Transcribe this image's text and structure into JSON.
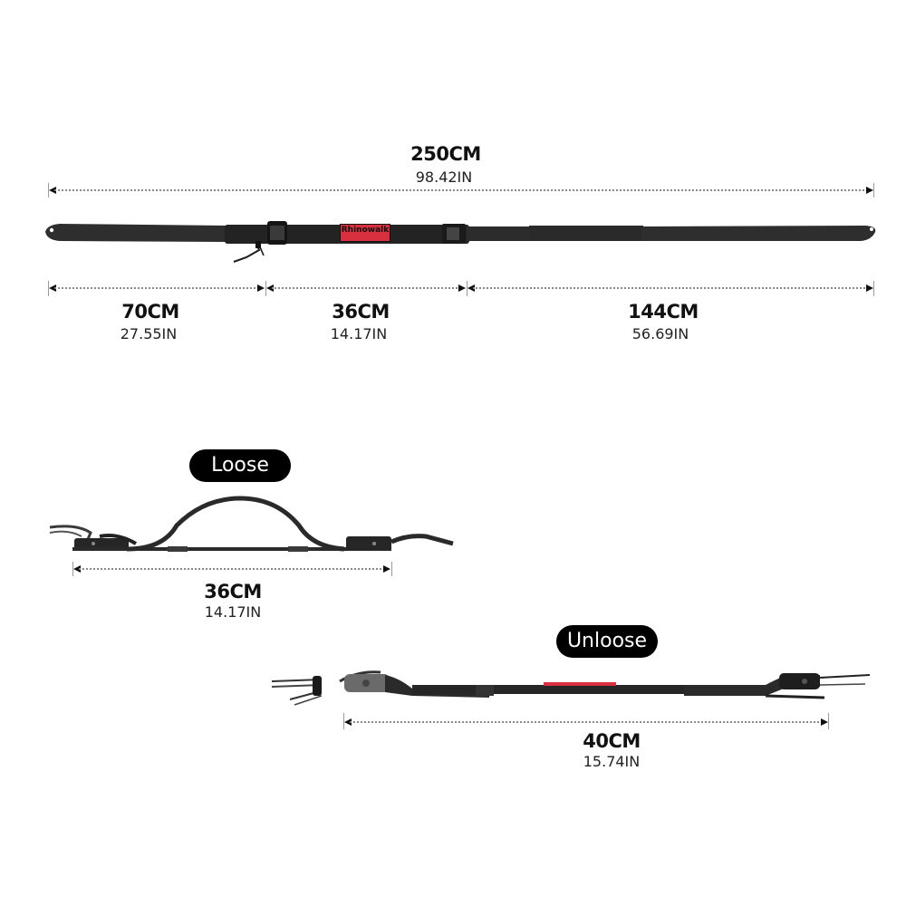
{
  "full_strap": {
    "total": {
      "cm": "250CM",
      "in": "98.42IN"
    },
    "brand_label": "Rhinowalk",
    "segments": [
      {
        "cm": "70CM",
        "in": "27.55IN"
      },
      {
        "cm": "36CM",
        "in": "14.17IN"
      },
      {
        "cm": "144CM",
        "in": "56.69IN"
      }
    ]
  },
  "loose_view": {
    "badge": "Loose",
    "dimension": {
      "cm": "36CM",
      "in": "14.17IN"
    }
  },
  "unloose_view": {
    "badge": "Unloose",
    "dimension": {
      "cm": "40CM",
      "in": "15.74IN"
    }
  },
  "colors": {
    "strap": "#2b2b2b",
    "brand_patch": "#d9303f",
    "badge_bg": "#000000",
    "dim_line": "#8a8a8a"
  }
}
